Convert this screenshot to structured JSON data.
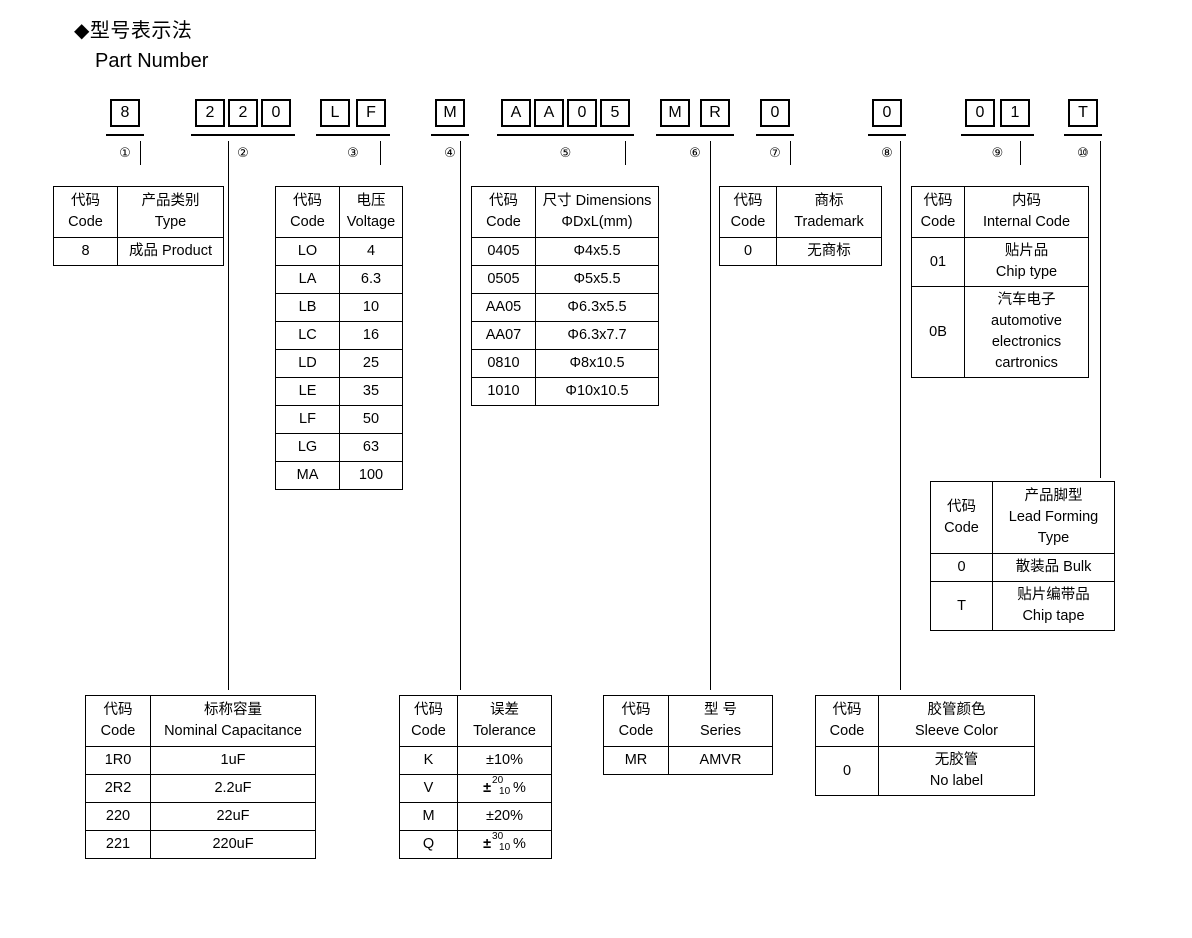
{
  "title": {
    "bullet": "◆",
    "cn": "型号表示法",
    "en": "Part Number"
  },
  "part_number": {
    "groups": [
      {
        "marker": "①",
        "chars": [
          "8"
        ]
      },
      {
        "marker": "②",
        "chars": [
          "2",
          "2",
          "0"
        ]
      },
      {
        "marker": "③",
        "chars": [
          "L",
          "F"
        ]
      },
      {
        "marker": "④",
        "chars": [
          "M"
        ]
      },
      {
        "marker": "⑤",
        "chars": [
          "A",
          "A",
          "0",
          "5"
        ]
      },
      {
        "marker": "⑥",
        "chars": [
          "M",
          "R"
        ]
      },
      {
        "marker": "⑦",
        "chars": [
          "0"
        ]
      },
      {
        "marker": "⑧",
        "chars": [
          "0"
        ]
      },
      {
        "marker": "⑨",
        "chars": [
          "0",
          "1"
        ]
      },
      {
        "marker": "⑩",
        "chars": [
          "T"
        ]
      }
    ]
  },
  "tables": {
    "type": {
      "header": {
        "code_cn": "代码",
        "code_en": "Code",
        "val_cn": "产品类别",
        "val_en": "Type"
      },
      "rows": [
        {
          "code": "8",
          "value": "成品 Product"
        }
      ]
    },
    "voltage": {
      "header": {
        "code_cn": "代码",
        "code_en": "Code",
        "val_cn": "电压",
        "val_en": "Voltage"
      },
      "rows": [
        {
          "code": "LO",
          "value": "4"
        },
        {
          "code": "LA",
          "value": "6.3"
        },
        {
          "code": "LB",
          "value": "10"
        },
        {
          "code": "LC",
          "value": "16"
        },
        {
          "code": "LD",
          "value": "25"
        },
        {
          "code": "LE",
          "value": "35"
        },
        {
          "code": "LF",
          "value": "50"
        },
        {
          "code": "LG",
          "value": "63"
        },
        {
          "code": "MA",
          "value": "100"
        }
      ]
    },
    "dimensions": {
      "header": {
        "code_cn": "代码",
        "code_en": "Code",
        "val_cn": "尺寸 Dimensions",
        "val_en": "ΦDxL(mm)"
      },
      "rows": [
        {
          "code": "0405",
          "value": "Φ4x5.5"
        },
        {
          "code": "0505",
          "value": "Φ5x5.5"
        },
        {
          "code": "AA05",
          "value": "Φ6.3x5.5"
        },
        {
          "code": "AA07",
          "value": "Φ6.3x7.7"
        },
        {
          "code": "0810",
          "value": "Φ8x10.5"
        },
        {
          "code": "1010",
          "value": "Φ10x10.5"
        }
      ]
    },
    "trademark": {
      "header": {
        "code_cn": "代码",
        "code_en": "Code",
        "val_cn": "商标",
        "val_en": "Trademark"
      },
      "rows": [
        {
          "code": "0",
          "value": "无商标"
        }
      ]
    },
    "internal_code": {
      "header": {
        "code_cn": "代码",
        "code_en": "Code",
        "val_cn": "内码",
        "val_en": "Internal Code"
      },
      "rows": [
        {
          "code": "01",
          "line1": "贴片品",
          "line2": "Chip type",
          "line3": "",
          "line4": ""
        },
        {
          "code": "0B",
          "line1": "汽车电子",
          "line2": "automotive",
          "line3": "electronics",
          "line4": "cartronics"
        }
      ]
    },
    "lead_forming": {
      "header": {
        "code_cn": "代码",
        "code_en": "Code",
        "val_cn": "产品脚型",
        "val_en": "Lead Forming",
        "val_en2": "Type"
      },
      "rows": [
        {
          "code": "0",
          "line1": "散装品 Bulk",
          "line2": ""
        },
        {
          "code": "T",
          "line1": "贴片编带品",
          "line2": "Chip tape"
        }
      ]
    },
    "capacitance": {
      "header": {
        "code_cn": "代码",
        "code_en": "Code",
        "val_cn": "标称容量",
        "val_en": "Nominal Capacitance"
      },
      "rows": [
        {
          "code": "1R0",
          "value": "1uF"
        },
        {
          "code": "2R2",
          "value": "2.2uF"
        },
        {
          "code": "220",
          "value": "22uF"
        },
        {
          "code": "221",
          "value": "220uF"
        }
      ]
    },
    "tolerance": {
      "header": {
        "code_cn": "代码",
        "code_en": "Code",
        "val_cn": "误差",
        "val_en": "Tolerance"
      },
      "rows": [
        {
          "code": "K",
          "value": "±10%",
          "sup": "",
          "sub": "",
          "unit": ""
        },
        {
          "code": "V",
          "value": "",
          "sign": "±",
          "sup": "20",
          "sub": "10",
          "unit": "%"
        },
        {
          "code": "M",
          "value": "±20%",
          "sup": "",
          "sub": "",
          "unit": ""
        },
        {
          "code": "Q",
          "value": "",
          "sign": "±",
          "sup": "30",
          "sub": "10",
          "unit": "%"
        }
      ]
    },
    "series": {
      "header": {
        "code_cn": "代码",
        "code_en": "Code",
        "val_cn": "型 号",
        "val_en": "Series"
      },
      "rows": [
        {
          "code": "MR",
          "value": "AMVR"
        }
      ]
    },
    "sleeve_color": {
      "header": {
        "code_cn": "代码",
        "code_en": "Code",
        "val_cn": "胶管颜色",
        "val_en": "Sleeve Color"
      },
      "rows": [
        {
          "code": "0",
          "line1": "无胶管",
          "line2": "No label"
        }
      ]
    }
  }
}
